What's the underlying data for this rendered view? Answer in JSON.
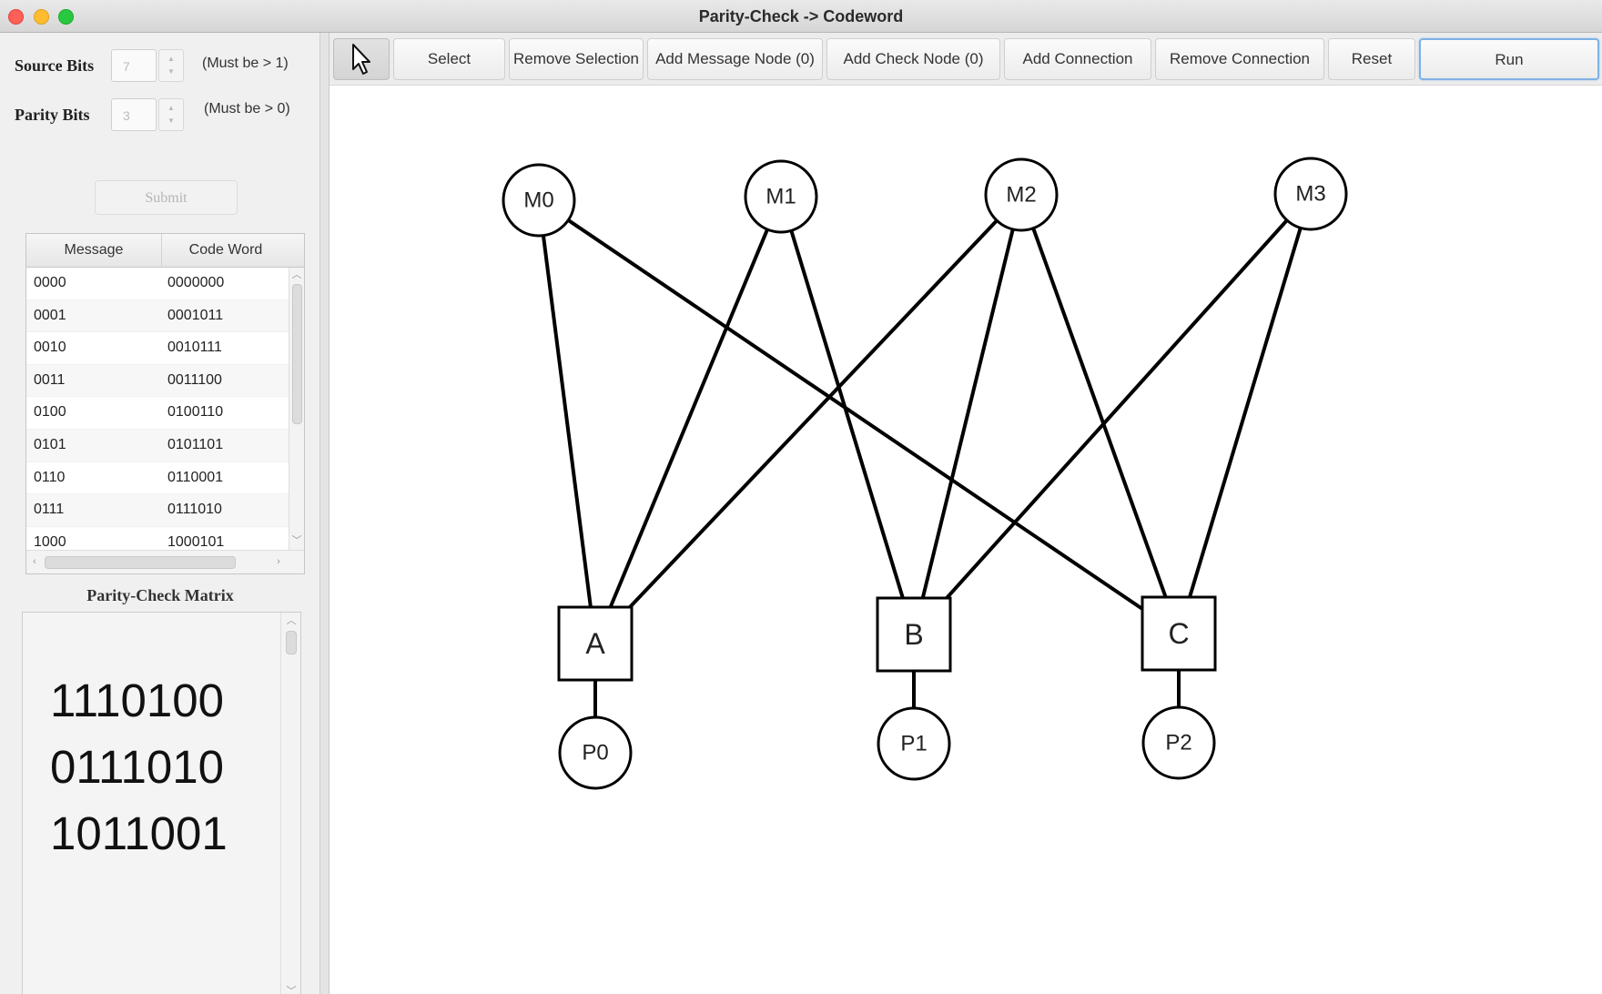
{
  "window": {
    "title": "Parity-Check -> Codeword"
  },
  "settings": {
    "source_bits_label": "Source Bits",
    "source_bits_value": "7",
    "source_bits_hint": "(Must be > 1)",
    "parity_bits_label": "Parity Bits",
    "parity_bits_value": "3",
    "parity_bits_hint": "(Must be > 0)",
    "submit_label": "Submit"
  },
  "codeword_table": {
    "columns": [
      "Message",
      "Code Word"
    ],
    "rows": [
      [
        "0000",
        "0000000"
      ],
      [
        "0001",
        "0001011"
      ],
      [
        "0010",
        "0010111"
      ],
      [
        "0011",
        "0011100"
      ],
      [
        "0100",
        "0100110"
      ],
      [
        "0101",
        "0101101"
      ],
      [
        "0110",
        "0110001"
      ],
      [
        "0111",
        "0111010"
      ],
      [
        "1000",
        "1000101"
      ]
    ]
  },
  "parity_check_matrix": {
    "title": "Parity-Check Matrix",
    "rows": [
      "1110100",
      "0111010",
      "1011001"
    ]
  },
  "toolbar": {
    "pointer_icon": "cursor-arrow-icon",
    "buttons": [
      "Select",
      "Remove Selection",
      "Add Message Node (0)",
      "Add Check Node (0)",
      "Add Connection",
      "Remove Connection",
      "Reset",
      "Run"
    ]
  },
  "graph": {
    "message_nodes": [
      "M0",
      "M1",
      "M2",
      "M3"
    ],
    "check_nodes": [
      "A",
      "B",
      "C"
    ],
    "parity_nodes": [
      "P0",
      "P1",
      "P2"
    ],
    "edges": [
      [
        "M0",
        "A"
      ],
      [
        "M0",
        "C"
      ],
      [
        "M1",
        "A"
      ],
      [
        "M1",
        "B"
      ],
      [
        "M2",
        "A"
      ],
      [
        "M2",
        "B"
      ],
      [
        "M2",
        "C"
      ],
      [
        "M3",
        "B"
      ],
      [
        "M3",
        "C"
      ],
      [
        "A",
        "P0"
      ],
      [
        "B",
        "P1"
      ],
      [
        "C",
        "P2"
      ]
    ]
  }
}
